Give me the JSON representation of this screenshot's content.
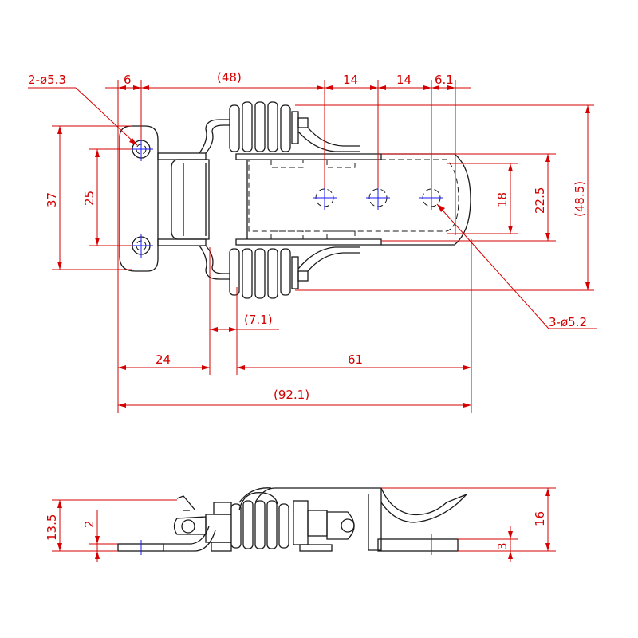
{
  "drawing": {
    "top_dims": {
      "holes_left": "2-ø5.3",
      "w6": "6",
      "w48": "(48)",
      "w14a": "14",
      "w14b": "14",
      "w6_1": "6.1",
      "h37": "37",
      "h25": "25",
      "h18": "18",
      "h22_5": "22.5",
      "h48_5": "(48.5)",
      "holes_right": "3-ø5.2",
      "w7_1": "(7.1)",
      "w24": "24",
      "w61": "61",
      "w92_1": "(92.1)"
    },
    "side_dims": {
      "h13_5": "13.5",
      "h2": "2",
      "h16": "16",
      "h3": "3"
    },
    "colors": {
      "dimension": "#d40000",
      "outline": "#1a1a1a",
      "centerline": "#1a1aff"
    }
  }
}
